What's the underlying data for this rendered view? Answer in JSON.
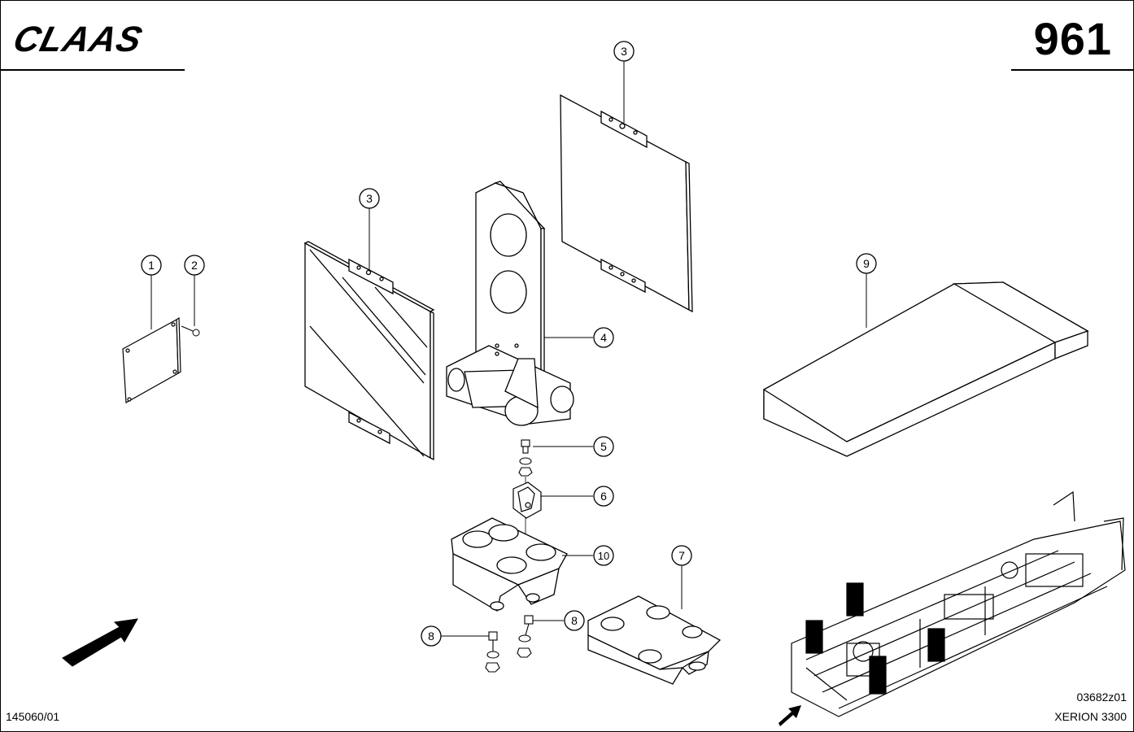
{
  "header": {
    "brand_logo": "CLAAS",
    "page_number": "961"
  },
  "footer": {
    "drawing_number": "145060/01",
    "image_code": "03682z01",
    "model": "XERION 3300"
  },
  "callouts": {
    "c1": "1",
    "c2": "2",
    "c3a": "3",
    "c3b": "3",
    "c4": "4",
    "c5": "5",
    "c6": "6",
    "c7": "7",
    "c8a": "8",
    "c8b": "8",
    "c9": "9",
    "c10": "10"
  },
  "icons": {
    "direction_arrow": "arrow-icon"
  }
}
